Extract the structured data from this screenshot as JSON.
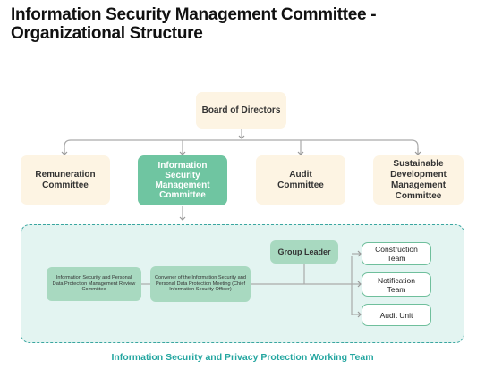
{
  "title": "Information Security Management Committee - Organizational Structure",
  "nodes": {
    "board": "Board of Directors",
    "remuneration": "Remuneration Committee",
    "infosec_committee": "Information Security Management Committee",
    "audit_committee": "Audit Committee",
    "sustainable": "Sustainable Development Management Committee",
    "review_committee": "Information Security and Personal Data Protection Management Review Committee",
    "convener": "Convener of the Information Security and Personal Data Protection Meeting (Chief Information Security Officer)",
    "group_leader": "Group Leader",
    "construction_team": "Construction Team",
    "notification_team": "Notification Team",
    "audit_unit": "Audit Unit"
  },
  "working_team_label": "Information Security and Privacy Protection Working Team",
  "colors": {
    "cream": "#fdf4e3",
    "teal": "#6fc5a1",
    "mint": "#a8d9c0",
    "team_bg": "#e3f4f1",
    "team_border": "#3aa6a0",
    "caption": "#24a6a0",
    "connector": "#aaaaaa"
  }
}
